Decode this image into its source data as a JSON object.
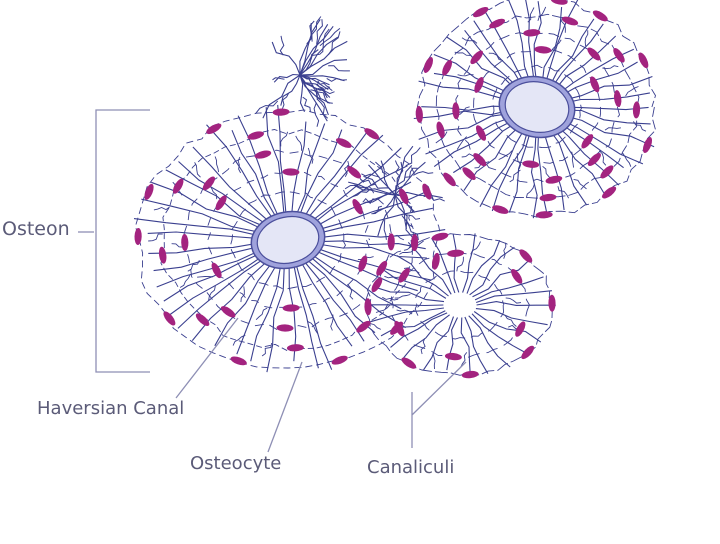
{
  "labels": {
    "osteon": "Osteon",
    "haversian_canal": "Haversian Canal",
    "osteocyte": "Osteocyte",
    "canaliculi": "Canaliculi"
  },
  "colors": {
    "canaliculi_lines": "#3a3f8f",
    "osteocyte": "#a3237f",
    "canal_fill": "#e4e6f6",
    "canal_ring": "#9fa2dc",
    "canal_outline": "#4b4f9c",
    "leader_lines": "#8e8fb5",
    "label_text": "#5b5b78"
  }
}
